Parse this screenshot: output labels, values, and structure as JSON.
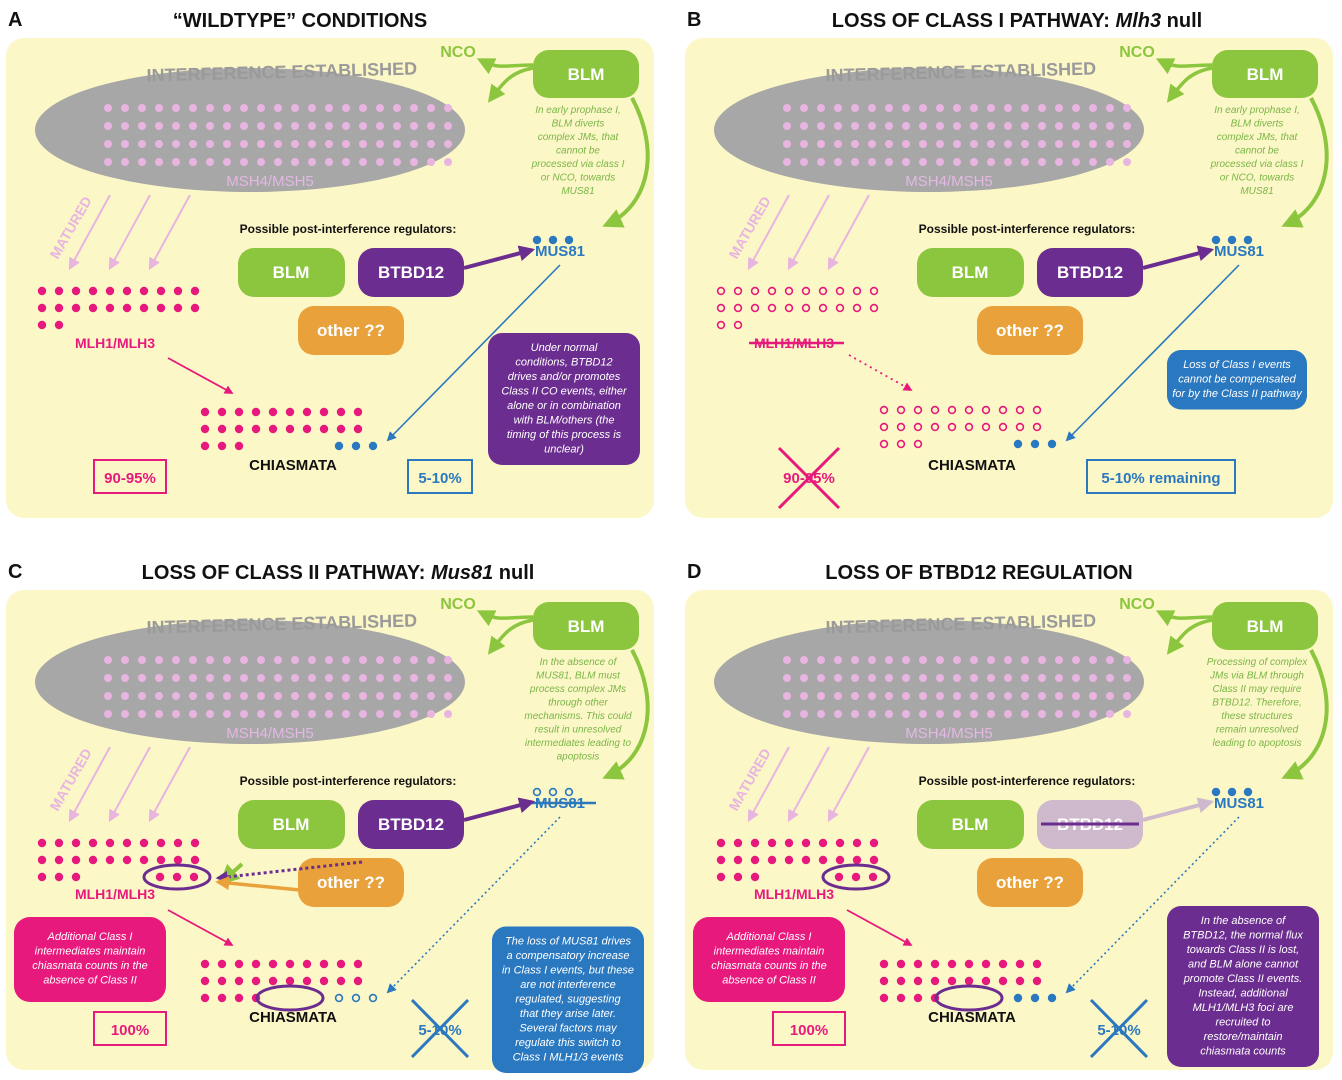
{
  "panels": [
    {
      "letter": "A",
      "title": "“WILDTYPE” CONDITIONS",
      "interference": "INTERFERENCE ESTABLISHED",
      "msh": "MSH4/MSH5",
      "nco": "NCO",
      "blm_top": "BLM",
      "blm_note": [
        "In early prophase I,",
        "BLM diverts",
        "complex JMs, that",
        "cannot be",
        "processed via class I",
        "or NCO,  towards",
        "MUS81"
      ],
      "regulators_label": "Possible post-interference regulators:",
      "blm": "BLM",
      "btbd12": "BTBD12",
      "other": "other ??",
      "mus81": "MUS81",
      "matured": "MATURED",
      "mlh": "MLH1/MLH3",
      "chiasmata": "CHIASMATA",
      "pct_left": "90-95%",
      "pct_right": "5-10%",
      "note_box": [
        "Under normal",
        "conditions, BTBD12",
        "drives and/or promotes",
        "Class II CO events, either",
        "alone or in combination",
        "with BLM/others (the",
        "timing of this process is",
        "unclear)"
      ]
    },
    {
      "letter": "B",
      "title": "LOSS OF CLASS I PATHWAY:",
      "title_gene": "Mlh3",
      "title_suffix": "null",
      "interference": "INTERFERENCE ESTABLISHED",
      "msh": "MSH4/MSH5",
      "nco": "NCO",
      "blm_top": "BLM",
      "blm_note": [
        "In early prophase I,",
        "BLM diverts",
        "complex JMs, that",
        "cannot be",
        "processed via class I",
        "or NCO,  towards",
        "MUS81"
      ],
      "regulators_label": "Possible post-interference regulators:",
      "blm": "BLM",
      "btbd12": "BTBD12",
      "other": "other ??",
      "mus81": "MUS81",
      "matured": "MATURED",
      "mlh": "MLH1/MLH3",
      "chiasmata": "CHIASMATA",
      "pct_left": "90-95%",
      "pct_right": "5-10% remaining",
      "note_box": [
        "Loss of Class I events",
        "cannot be compensated",
        "for by the Class II pathway"
      ]
    },
    {
      "letter": "C",
      "title": "LOSS OF CLASS II PATHWAY:",
      "title_gene": "Mus81",
      "title_suffix": "null",
      "interference": "INTERFERENCE ESTABLISHED",
      "msh": "MSH4/MSH5",
      "nco": "NCO",
      "blm_top": "BLM",
      "blm_note": [
        "In the absence of",
        "MUS81, BLM must",
        "process complex JMs",
        "through other",
        "mechanisms.  This could",
        "result in unresolved",
        "intermediates leading to",
        "apoptosis"
      ],
      "regulators_label": "Possible post-interference regulators:",
      "blm": "BLM",
      "btbd12": "BTBD12",
      "other": "other ??",
      "mus81": "MUS81",
      "matured": "MATURED",
      "mlh": "MLH1/MLH3",
      "chiasmata": "CHIASMATA",
      "pct_left": "100%",
      "pct_right": "5-10%",
      "pink_box": [
        "Additional Class I",
        "intermediates maintain",
        "chiasmata counts in the",
        "absence of Class II"
      ],
      "note_box": [
        "The loss of MUS81 drives",
        "a compensatory increase",
        "in Class I events, but these",
        "are not interference",
        "regulated, suggesting",
        "that they arise later.",
        "Several factors may",
        "regulate this switch to",
        "Class I MLH1/3 events"
      ]
    },
    {
      "letter": "D",
      "title": "LOSS OF BTBD12 REGULATION",
      "interference": "INTERFERENCE ESTABLISHED",
      "msh": "MSH4/MSH5",
      "nco": "NCO",
      "blm_top": "BLM",
      "blm_note": [
        "Processing of complex",
        "JMs via BLM through",
        "Class II may require",
        "BTBD12.  Therefore,",
        "these structures",
        "remain unresolved",
        "leading to apoptosis"
      ],
      "regulators_label": "Possible post-interference regulators:",
      "blm": "BLM",
      "btbd12": "BTBD12",
      "other": "other ??",
      "mus81": "MUS81",
      "matured": "MATURED",
      "mlh": "MLH1/MLH3",
      "chiasmata": "CHIASMATA",
      "pct_left": "100%",
      "pct_right": "5-10%",
      "pink_box": [
        "Additional Class I",
        "intermediates maintain",
        "chiasmata counts in the",
        "absence of Class II"
      ],
      "note_box": [
        "In the absence of",
        "BTBD12, the normal flux",
        "towards Class II is lost,",
        "and BLM alone cannot",
        "promote Class II events.",
        "Instead, additional",
        "MLH1/MLH3 foci are",
        "recruited to",
        "restore/maintain",
        "chiasmata counts"
      ]
    }
  ],
  "colors": {
    "panel_bg": "#fcf7c6",
    "ellipse": "#a7a7a7",
    "msh_dot": "#e8b4e0",
    "green": "#8cc63f",
    "purple": "#6b2d8f",
    "orange": "#e9a23b",
    "blue": "#2a78c0",
    "magenta": "#e8197d",
    "btbd12_faded": "#cfb9cc"
  }
}
